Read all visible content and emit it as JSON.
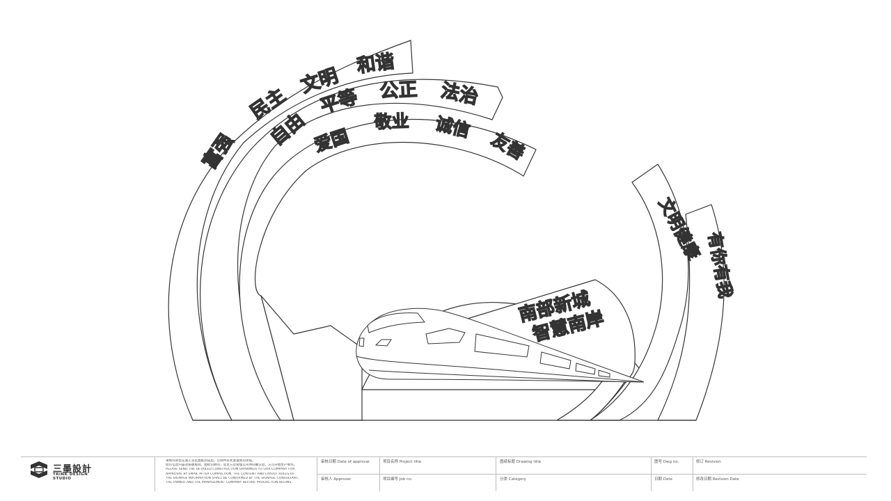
{
  "slogans": {
    "outer_arc": [
      "富强",
      "民主",
      "文明",
      "和谐"
    ],
    "middle_arc": [
      "自由",
      "平等",
      "公正",
      "法治"
    ],
    "inner_arc": [
      "爱国",
      "敬业",
      "诚信",
      "友善"
    ],
    "right_panel_1": "文明健康",
    "right_panel_2": "有你有我",
    "train_banner_line1": "南部新城",
    "train_banner_line2": "智慧南岸"
  },
  "title_block": {
    "logo_cn": "三墨設計",
    "logo_en_line1": "TRINK DESIGN",
    "logo_en_line2": "STUDIO",
    "notes": [
      "请制作单位在施工深化图纸完成后，以邮件形式发送我司审核。",
      "标识信息内容及排版规则，由标识顾问，业主方及管理公司共同确认后，方可开始生产制作。",
      "PLEASE SEND THE DETAILED CONSTRUCTION DRAWINGS TO OUR COMPANY FOR",
      "APPROVAL BY EMAIL AFTER COMPLETION. THE CONTENT AND LAYOUT RULES OF",
      "THE SIGNAGE INFORMATION SHALL BE CONFIRMED BY THE SIGNAGE CONSULTANT,",
      "THE OWNER AND THE MANAGEMENT COMPANY BEFORE PRODUCTION BEGINS."
    ],
    "date_of_approval": "审核日期 Date of approval",
    "approver": "审核人 Approver",
    "project_title": "项目名称 Project title",
    "job_no": "项目编号 Job no.",
    "drawing_title": "图纸标题 Drawing title",
    "category": "分类 Category",
    "dwg_no": "图号 Dwg no.",
    "date": "日期 Date",
    "revision": "修订 Revision",
    "revision_date": "修改日期 Revision Date"
  },
  "colors": {
    "line": "#333333",
    "fill": "#ffffff",
    "border": "#bdbdbd"
  }
}
